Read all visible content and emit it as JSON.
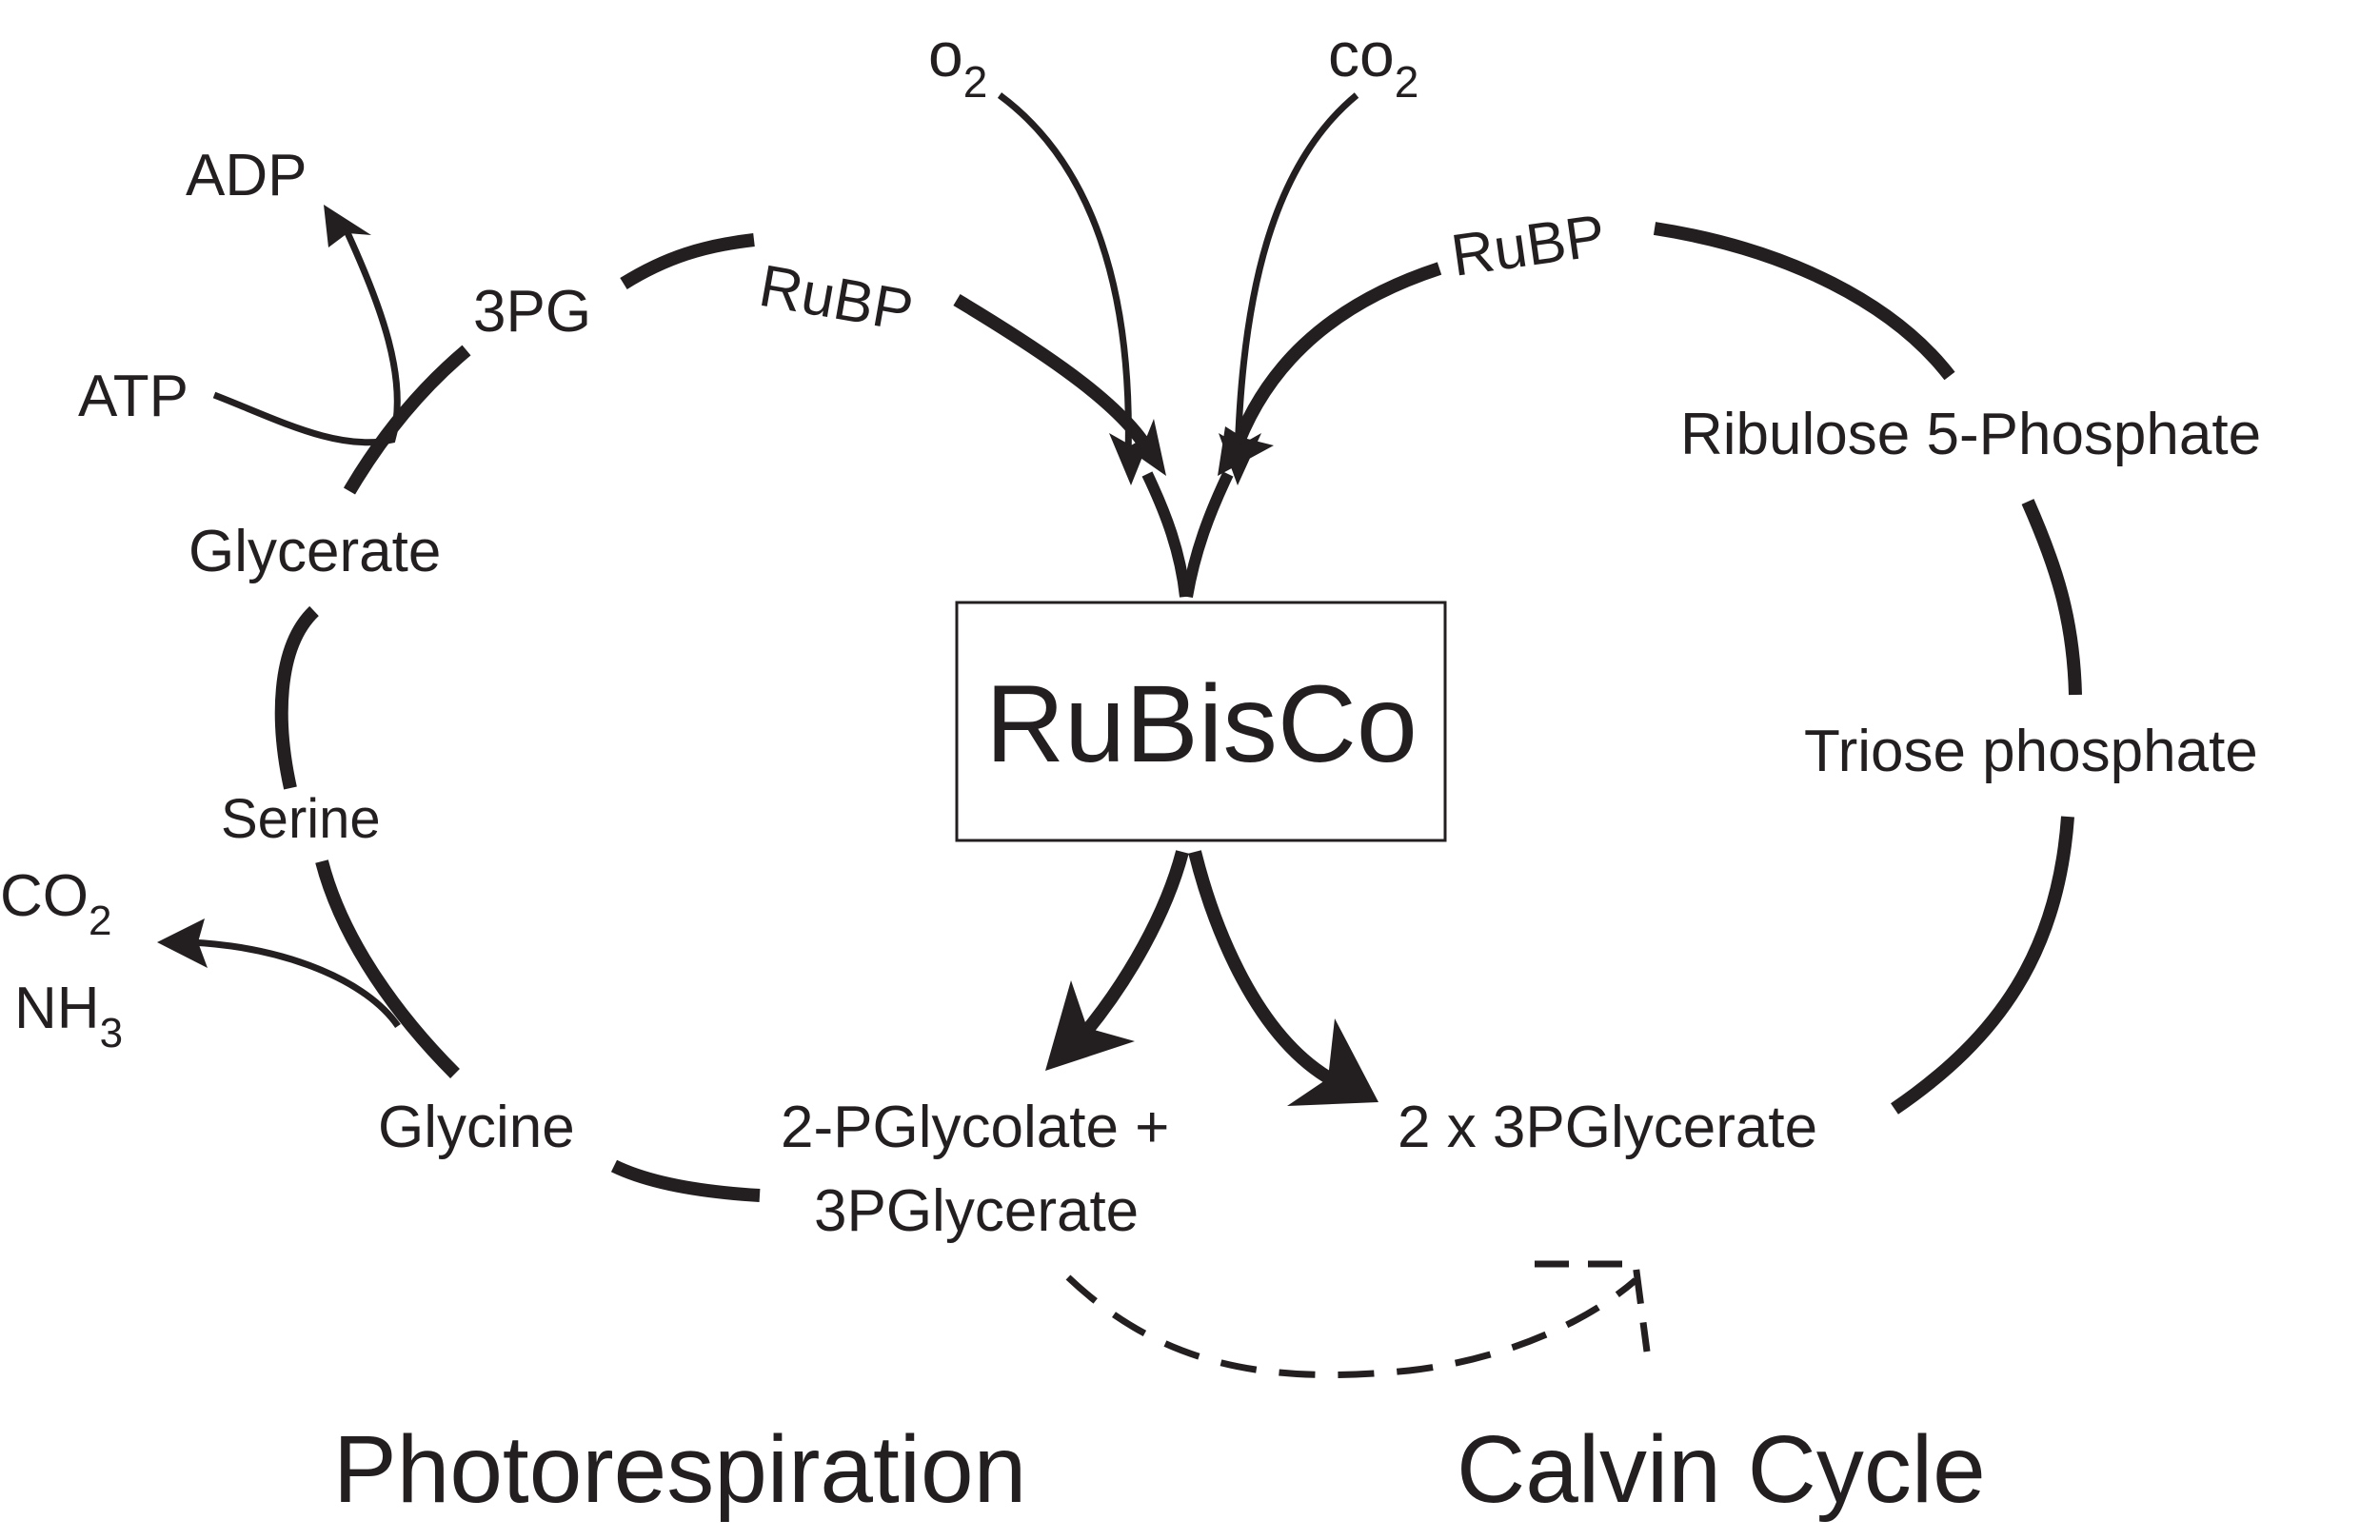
{
  "colors": {
    "ink": "#231f20",
    "background": "#ffffff"
  },
  "center": {
    "label": "RuBisCo"
  },
  "inputs": {
    "o2": {
      "base": "o",
      "sub": "2"
    },
    "co2": {
      "base": "co",
      "sub": "2"
    }
  },
  "photorespiration": {
    "title": "Photorespiration",
    "rubp": "RuBP",
    "pg3": "3PG",
    "adp": "ADP",
    "atp": "ATP",
    "glycerate": "Glycerate",
    "serine": "Serine",
    "co2_out": {
      "base": "CO",
      "sub": "2"
    },
    "nh3_out": {
      "base": "NH",
      "sub": "3"
    },
    "glycine": "Glycine",
    "product_line1": "2-PGlycolate +",
    "product_line2": "3PGlycerate"
  },
  "calvin": {
    "title": "Calvin Cycle",
    "rubp": "RuBP",
    "ribulose": "Ribulose 5-Phosphate",
    "triose": "Triose phosphate",
    "product": "2 x 3PGlycerate"
  }
}
